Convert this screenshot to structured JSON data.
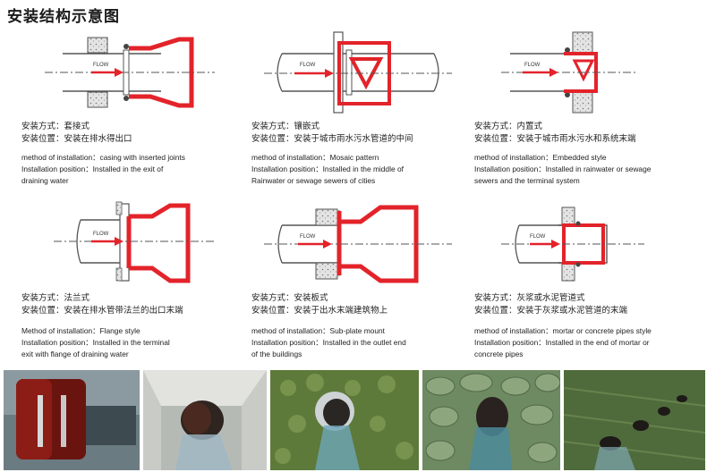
{
  "title": "安装结构示意图",
  "flow_label": "FLOW",
  "panels": [
    {
      "mode_cn": "安装方式：套接式",
      "pos_cn": "安装位置：安装在排水得出口",
      "en": [
        "method of installation：casing with inserted joints",
        "Installation position：Installed in the exit of",
        "draining water"
      ]
    },
    {
      "mode_cn": "安装方式：镶嵌式",
      "pos_cn": "安装位置：安装于城市雨水污水管道的中间",
      "en": [
        "method of installation：Mosaic pattern",
        "Installation position：Installed in the middle of",
        "Rainwater or sewage sewers of cities"
      ]
    },
    {
      "mode_cn": "安装方式：内置式",
      "pos_cn": "安装位置：安装于城市雨水污水和系统末端",
      "en": [
        "method of installation：Embedded style",
        "Installation position：Installed in rainwater or sewage",
        "sewers and the terminal system"
      ]
    },
    {
      "mode_cn": "安装方式：法兰式",
      "pos_cn": "安装位置：安装在排水管带法兰的出口末端",
      "en": [
        "Method of installation：Flange style",
        "Installation position：Installed in the terminal",
        "exit with flange of draining water"
      ]
    },
    {
      "mode_cn": "安装方式：安装板式",
      "pos_cn": "安装位置：安装于出水末端建筑物上",
      "en": [
        "method of installation：Sub-plate mount",
        "Installation position：Installed in the outlet end",
        "of the buildings"
      ]
    },
    {
      "mode_cn": "安装方式：灰浆或水泥管道式",
      "pos_cn": "安装位置：安装于灰浆或水泥管道的末端",
      "en": [
        "method of installation：mortar or concrete pipes style",
        "Installation position：Installed in the end of mortar or",
        "concrete pipes"
      ]
    }
  ],
  "colors": {
    "red": "#e3232a",
    "pipe": "#555555",
    "wall": "#d8d8d8"
  }
}
